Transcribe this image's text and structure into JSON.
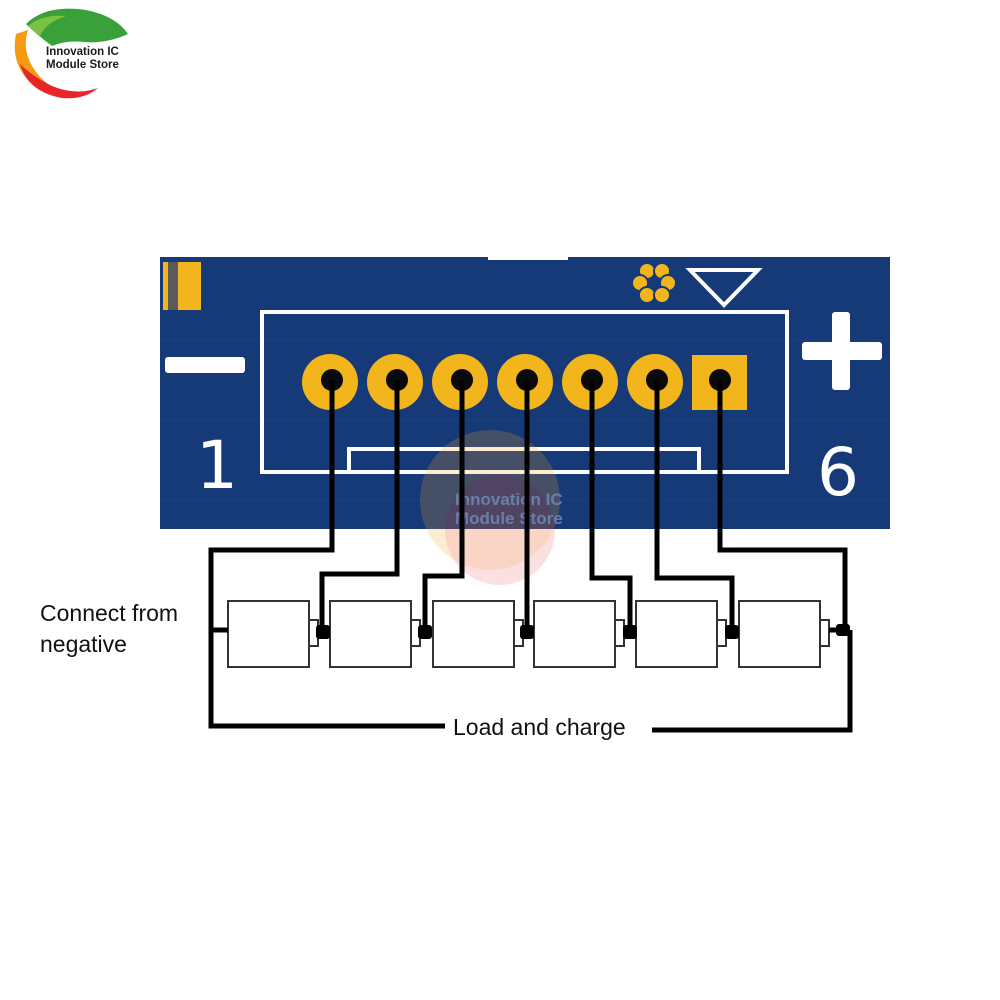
{
  "logo": {
    "line1": "Innovation IC",
    "line2": "Module Store"
  },
  "board": {
    "minus_sign": "−",
    "plus_sign": "+",
    "pin_first_number": "1",
    "pin_last_number": "6",
    "watermark_line1": "Innovation IC",
    "watermark_line2": "Module Store"
  },
  "labels": {
    "connect_line1": "Connect from",
    "connect_line2": "negative",
    "load_charge": "Load and charge"
  },
  "colors": {
    "pcb_blue": "#163a78",
    "pad_gold": "#f2b51c",
    "wire_black": "#000000",
    "silkscreen_white": "#ffffff"
  }
}
